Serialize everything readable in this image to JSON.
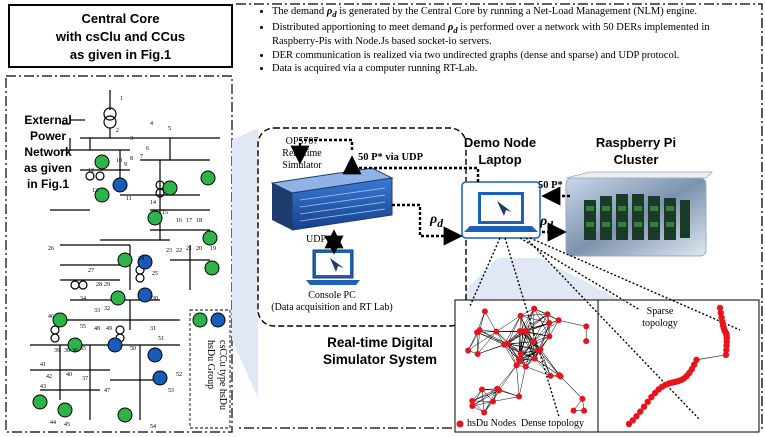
{
  "central_core": {
    "line1": "Central Core",
    "line2": "with csClu and CCus",
    "line3": "as given in Fig.1"
  },
  "external_power": {
    "line1": "External",
    "line2": "Power",
    "line3": "Network",
    "line4": "as given",
    "line5": "in Fig.1"
  },
  "bullets": [
    {
      "pre": "The demand ",
      "sym": "ρ",
      "sub": "d",
      "post": " is generated by the Central Core by running a Net-Load Management (NLM) engine."
    },
    {
      "pre": "Distributed apportioning to meet demand ",
      "sym": "ρ",
      "sub": "d",
      "post": " is performed over a network with 50 DERs implemented in Raspberry-Pis with Node.Js based socket-io servers."
    },
    {
      "pre": "DER communication is realized via two undirected graphs (dense and sparse) and UDP protocol.",
      "sym": "",
      "sub": "",
      "post": ""
    },
    {
      "pre": "Data is acquired via a computer running RT-Lab.",
      "sym": "",
      "sub": "",
      "post": ""
    }
  ],
  "simulator": {
    "name1": "OP5707",
    "name2": "Real-time",
    "name3": "Simulator",
    "udp_link": "50 P* via UDP",
    "udp": "UDP"
  },
  "console": {
    "line1": "Console PC",
    "line2": "(Data acquisition and RT Lab)"
  },
  "rtds": {
    "line1": "Real-time Digital",
    "line2": "Simulator System"
  },
  "demo_node": {
    "line1": "Demo Node",
    "line2": "Laptop"
  },
  "rpi": {
    "line1": "Raspberry Pi",
    "line2": "Cluster",
    "link": "50 P*"
  },
  "rho_label": "ρ",
  "rho_sub": "d",
  "legend": {
    "line1": "hsDu Group",
    "line2": "csCCu type hsDu"
  },
  "topology": {
    "sparse1": "Sparse",
    "sparse2": "topology",
    "dense": "Dense topology",
    "nodes": "hsDu Nodes"
  },
  "bus_numbers": [
    "1",
    "2",
    "3",
    "4",
    "5",
    "6",
    "7",
    "8",
    "9",
    "10",
    "11",
    "12",
    "13",
    "14",
    "15",
    "16",
    "17",
    "18",
    "19",
    "20",
    "21",
    "22",
    "23",
    "24",
    "25",
    "26",
    "27",
    "28",
    "29",
    "30",
    "31",
    "32",
    "33",
    "34",
    "35",
    "36",
    "37",
    "38",
    "39",
    "40",
    "41",
    "42",
    "43",
    "44",
    "45",
    "46",
    "47",
    "48",
    "49",
    "50",
    "51",
    "52",
    "53",
    "54",
    "55"
  ],
  "colors": {
    "green": "#2db34a",
    "blue": "#1a5ab8",
    "red": "#e8141c",
    "network_bg": "#dfe8f4",
    "dark": "#1f3c6e"
  }
}
